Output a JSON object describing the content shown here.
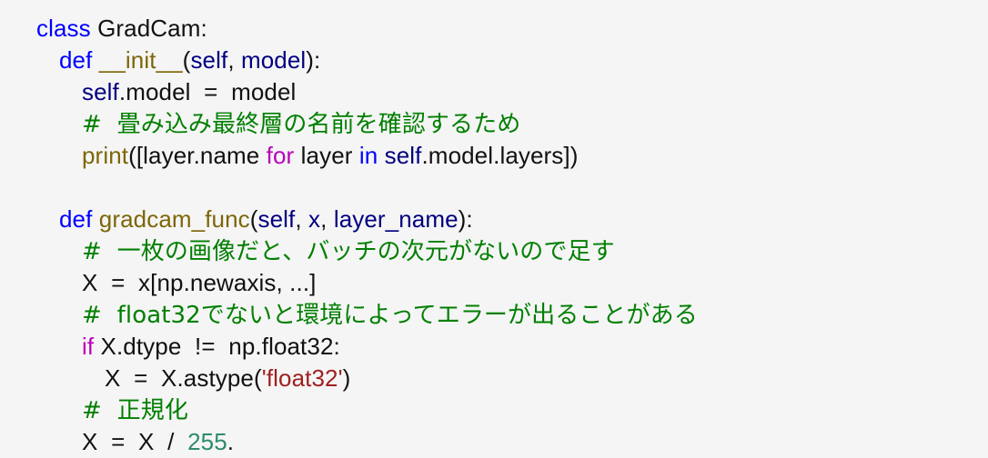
{
  "editor": {
    "language": "python",
    "background_color": "#f5f5f5",
    "default_text_color": "#111111"
  },
  "syntax_colors": {
    "keyword": "#0000ff",
    "keyword_control": "#bb00bb",
    "function_name": "#7d6608",
    "self": "#000080",
    "parameter": "#000080",
    "comment": "#007f00",
    "string": "#a02020",
    "number": "#2e8b6b",
    "plain": "#111111"
  },
  "code": {
    "lines": [
      {
        "indent": 0,
        "tokens": [
          {
            "t": "class",
            "c": "kw"
          },
          {
            "t": " ",
            "c": "plain"
          },
          {
            "t": "GradCam",
            "c": "plain"
          },
          {
            "t": ":",
            "c": "plain"
          }
        ]
      },
      {
        "indent": 1,
        "tokens": [
          {
            "t": "def",
            "c": "kw"
          },
          {
            "t": " ",
            "c": "plain"
          },
          {
            "t": "__init__",
            "c": "fn"
          },
          {
            "t": "(",
            "c": "plain"
          },
          {
            "t": "self",
            "c": "self"
          },
          {
            "t": ", ",
            "c": "plain"
          },
          {
            "t": "model",
            "c": "param"
          },
          {
            "t": "):",
            "c": "plain"
          }
        ]
      },
      {
        "indent": 2,
        "tokens": [
          {
            "t": "self",
            "c": "self"
          },
          {
            "t": ".model  =  model",
            "c": "plain"
          }
        ]
      },
      {
        "indent": 2,
        "tokens": [
          {
            "t": "#  畳み込み最終層の名前を確認するため",
            "c": "comment"
          }
        ]
      },
      {
        "indent": 2,
        "tokens": [
          {
            "t": "print",
            "c": "fn"
          },
          {
            "t": "([layer.name ",
            "c": "plain"
          },
          {
            "t": "for",
            "c": "kw2"
          },
          {
            "t": " layer ",
            "c": "plain"
          },
          {
            "t": "in",
            "c": "kw"
          },
          {
            "t": " ",
            "c": "plain"
          },
          {
            "t": "self",
            "c": "self"
          },
          {
            "t": ".model.layers])",
            "c": "plain"
          }
        ]
      },
      {
        "indent": 0,
        "tokens": []
      },
      {
        "indent": 1,
        "tokens": [
          {
            "t": "def",
            "c": "kw"
          },
          {
            "t": " ",
            "c": "plain"
          },
          {
            "t": "gradcam_func",
            "c": "fn"
          },
          {
            "t": "(",
            "c": "plain"
          },
          {
            "t": "self",
            "c": "self"
          },
          {
            "t": ", ",
            "c": "plain"
          },
          {
            "t": "x",
            "c": "param"
          },
          {
            "t": ", ",
            "c": "plain"
          },
          {
            "t": "layer_name",
            "c": "param"
          },
          {
            "t": "):",
            "c": "plain"
          }
        ]
      },
      {
        "indent": 2,
        "tokens": [
          {
            "t": "#  一枚の画像だと、バッチの次元がないので足す",
            "c": "comment"
          }
        ]
      },
      {
        "indent": 2,
        "tokens": [
          {
            "t": "X  =  x[np.newaxis, ...]",
            "c": "plain"
          }
        ]
      },
      {
        "indent": 2,
        "tokens": [
          {
            "t": "#  float32でないと環境によってエラーが出ることがある",
            "c": "comment"
          }
        ]
      },
      {
        "indent": 2,
        "tokens": [
          {
            "t": "if",
            "c": "kw2"
          },
          {
            "t": " X.dtype  !=  np.float32:",
            "c": "plain"
          }
        ]
      },
      {
        "indent": 3,
        "tokens": [
          {
            "t": "X  =  X.astype(",
            "c": "plain"
          },
          {
            "t": "'float32'",
            "c": "string"
          },
          {
            "t": ")",
            "c": "plain"
          }
        ]
      },
      {
        "indent": 2,
        "tokens": [
          {
            "t": "#  正規化",
            "c": "comment"
          }
        ]
      },
      {
        "indent": 2,
        "tokens": [
          {
            "t": "X  =  X  /  ",
            "c": "plain"
          },
          {
            "t": "255",
            "c": "num"
          },
          {
            "t": ".",
            "c": "plain"
          }
        ]
      }
    ]
  }
}
